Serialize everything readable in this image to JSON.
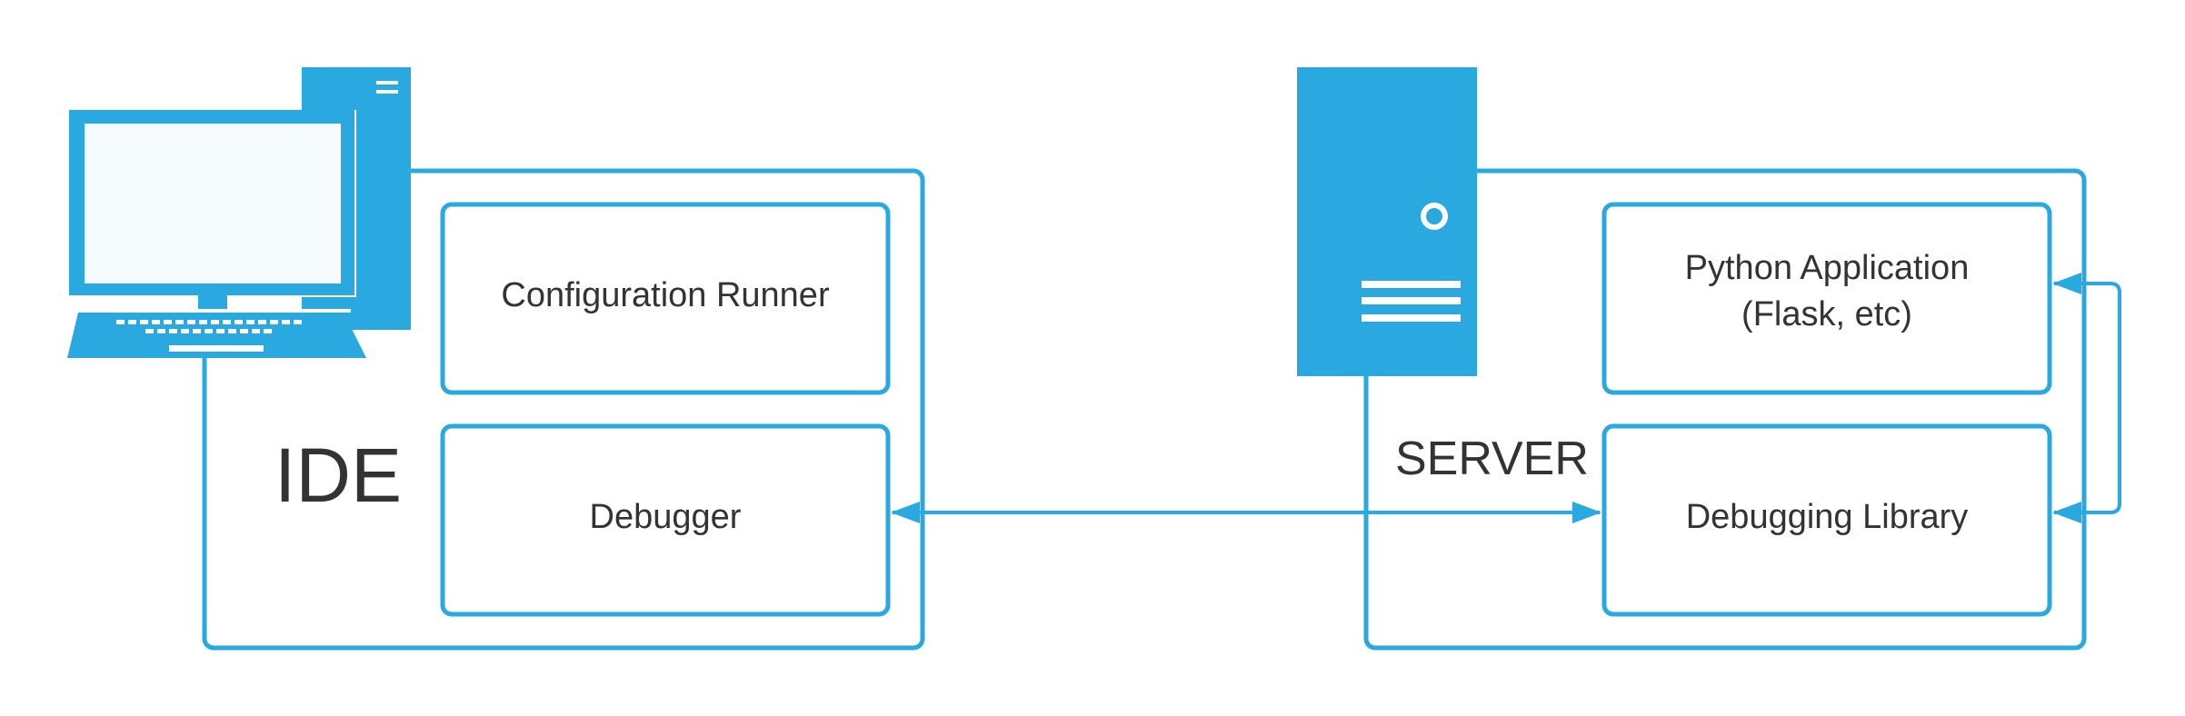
{
  "colors": {
    "accent": "#2aa8e0",
    "text": "#333333",
    "screen": "#f5fafd",
    "background": "#ffffff"
  },
  "ide": {
    "label": "IDE",
    "icon": "desktop-computer-icon",
    "components": {
      "configuration_runner": "Configuration Runner",
      "debugger": "Debugger"
    }
  },
  "server": {
    "label": "SERVER",
    "icon": "server-tower-icon",
    "components": {
      "python_application_line1": "Python Application",
      "python_application_line2": "(Flask, etc)",
      "debugging_library": "Debugging Library"
    }
  },
  "connections": [
    {
      "from": "Debugger",
      "to": "Debugging Library",
      "direction": "bidirectional"
    },
    {
      "from": "Debugging Library",
      "to": "Python Application",
      "direction": "bidirectional"
    }
  ]
}
